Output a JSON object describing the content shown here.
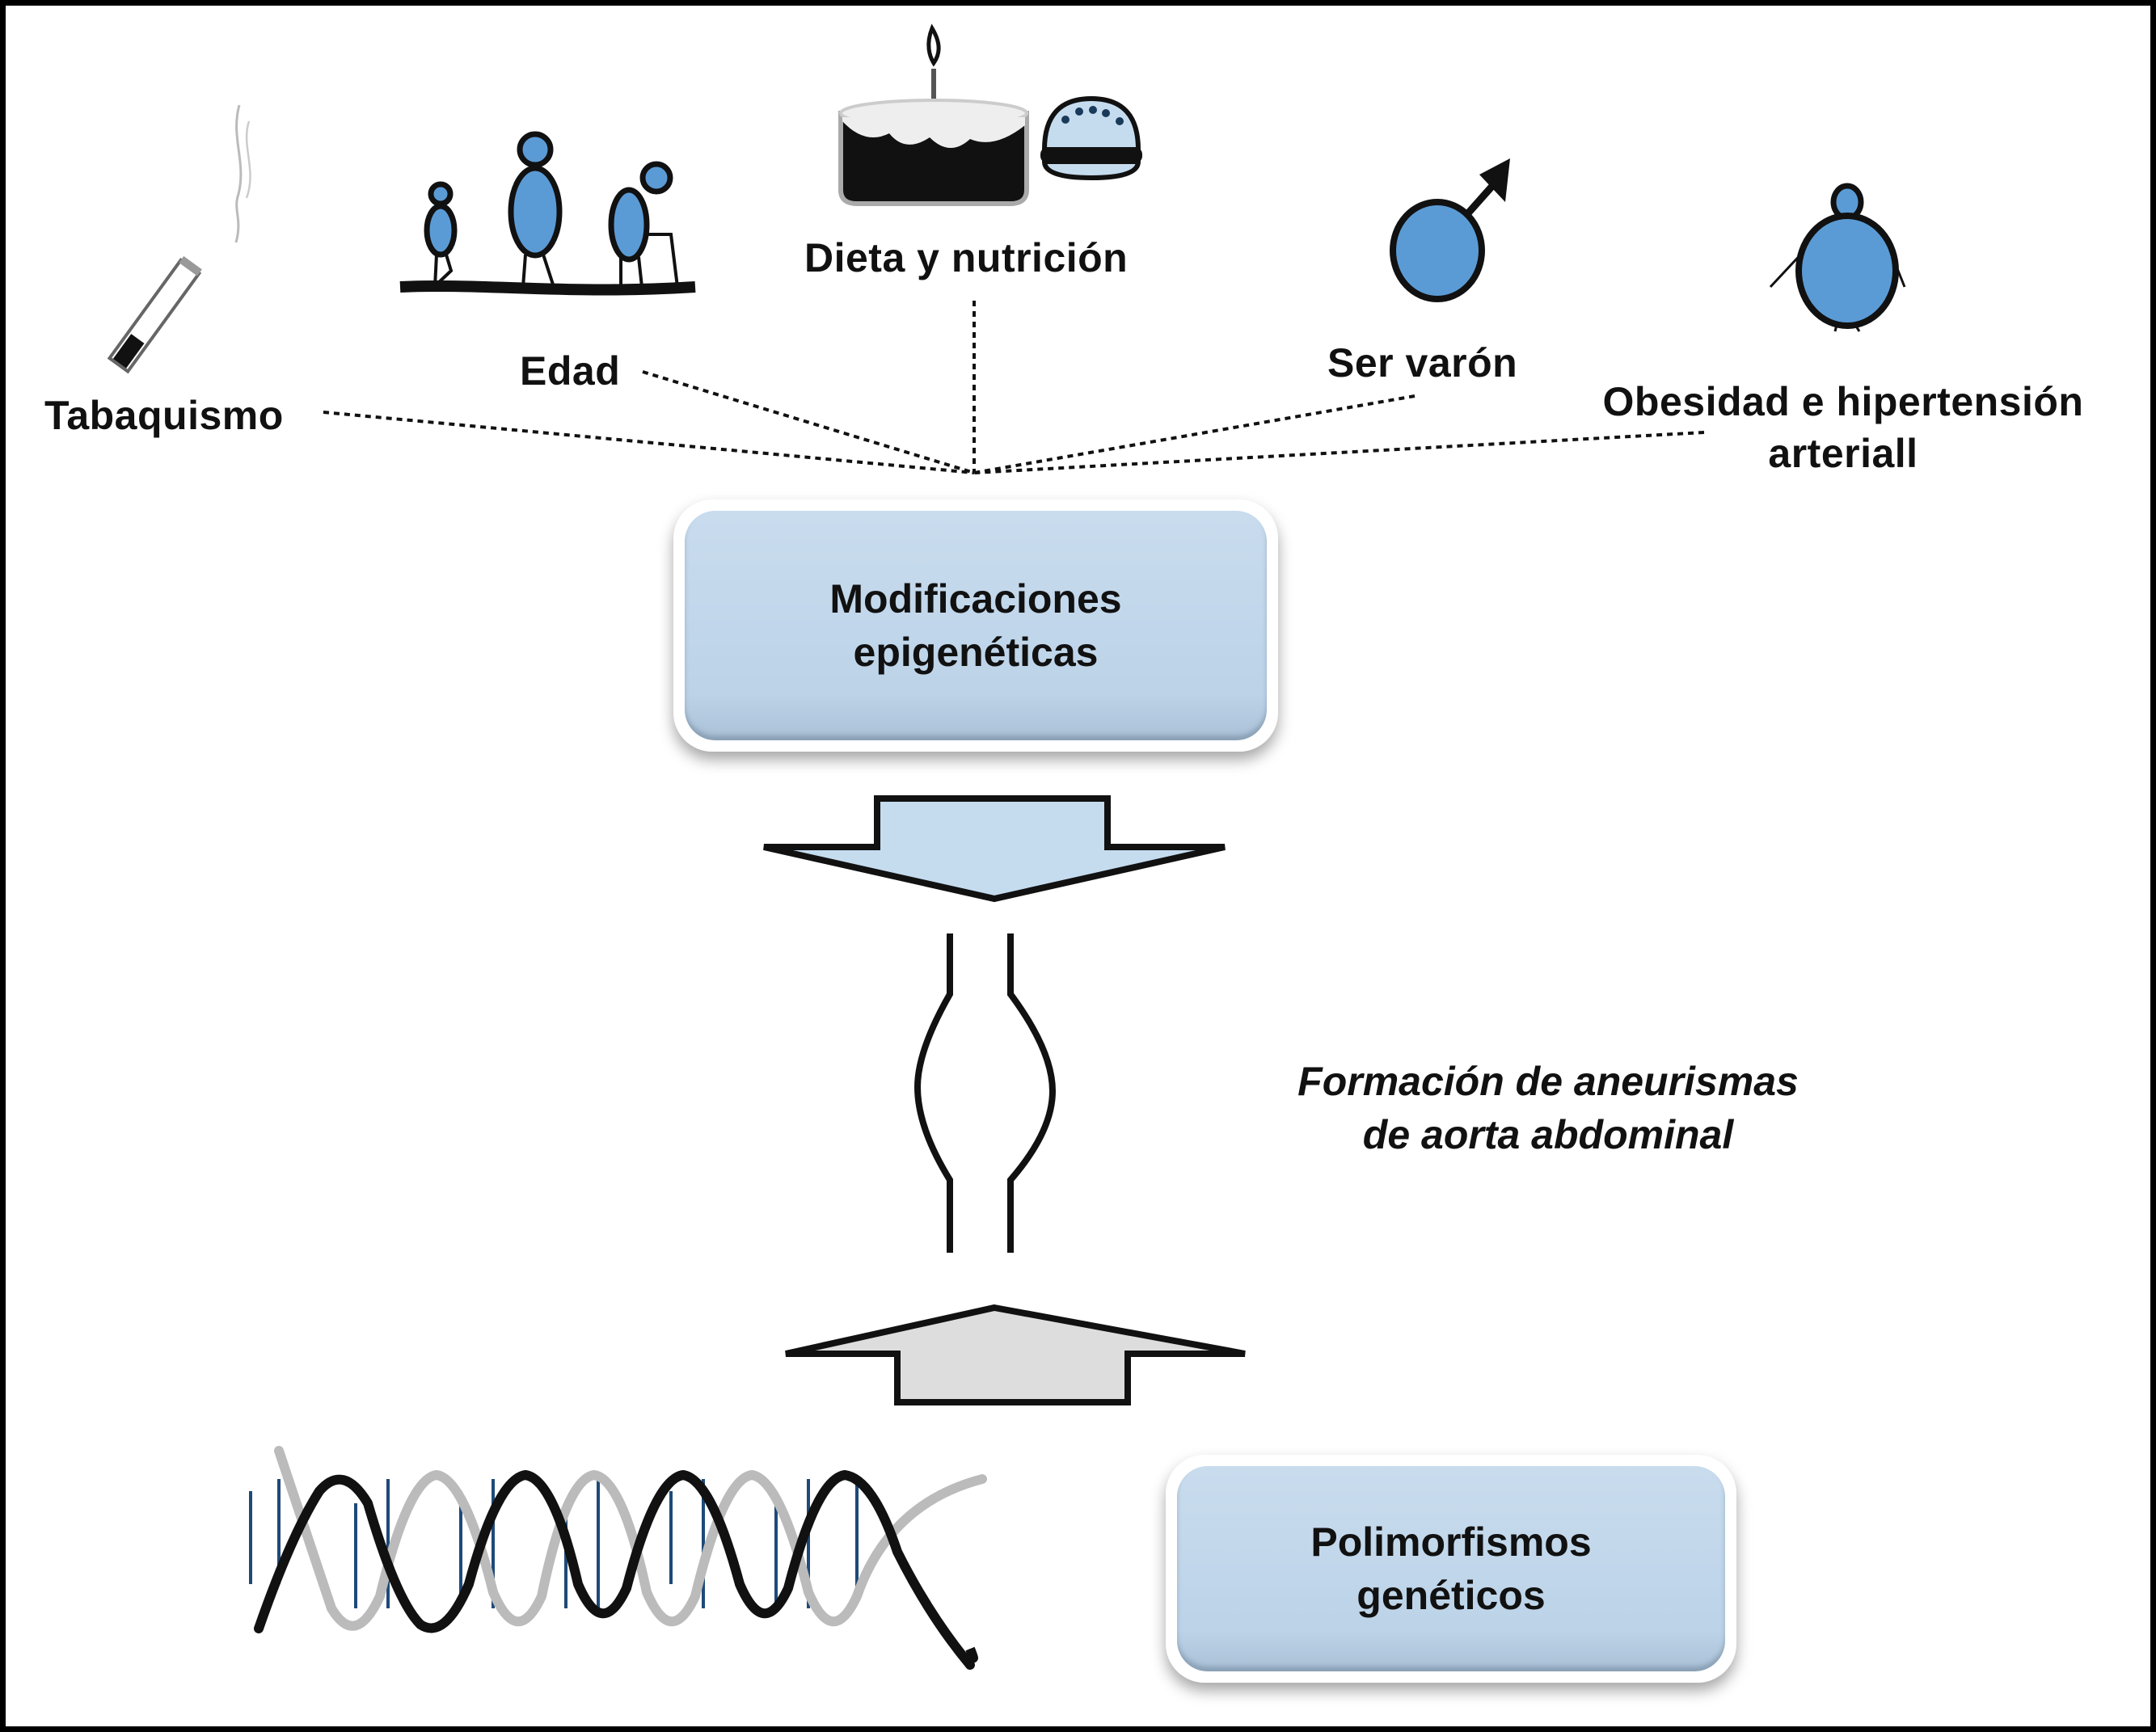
{
  "factors": {
    "smoking": "Tabaquismo",
    "age": "Edad",
    "diet": "Dieta y nutrición",
    "male": "Ser varón",
    "obesity_line1": "Obesidad e hipertensión",
    "obesity_line2": "arteriall"
  },
  "boxes": {
    "epigenetic_line1": "Modificaciones",
    "epigenetic_line2": "epigenéticas",
    "polymorphism_line1": "Polimorfismos",
    "polymorphism_line2": "genéticos"
  },
  "outcome": {
    "line1": "Formación de aneurismas",
    "line2": "de aorta abdominal"
  },
  "icons": [
    "cigarette-icon",
    "age-group-icon",
    "cake-icon",
    "burger-icon",
    "male-symbol-icon",
    "obese-person-icon",
    "aorta-aneurysm-icon",
    "dna-icon"
  ],
  "colors": {
    "icon_blue": "#5b9bd5",
    "box_blue": "#bcd3e8",
    "down_arrow_fill": "#c5dcef",
    "up_arrow_fill": "#dddddd"
  }
}
